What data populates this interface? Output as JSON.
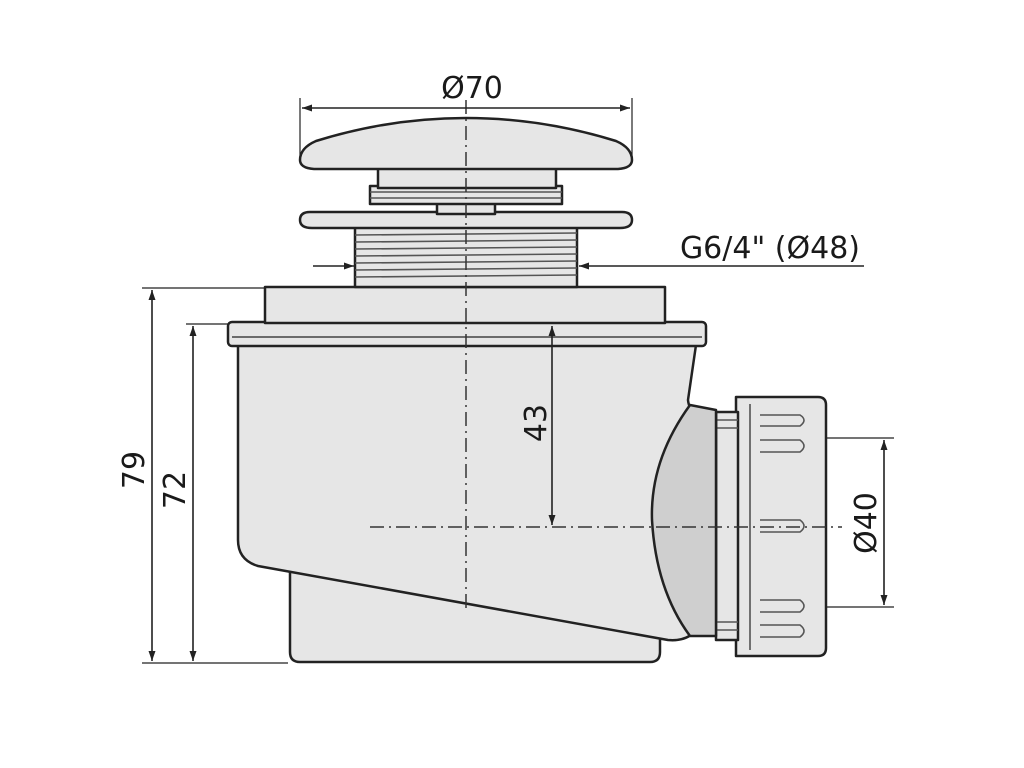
{
  "dimensions": {
    "cap_diameter": "Ø70",
    "thread_size": "G6/4\" (Ø48)",
    "total_height": "79",
    "body_height": "72",
    "outlet_height": "43",
    "outlet_diameter": "Ø40"
  },
  "colors": {
    "line": "#222222",
    "fill": "#e6e6e6",
    "background": "#ffffff"
  }
}
